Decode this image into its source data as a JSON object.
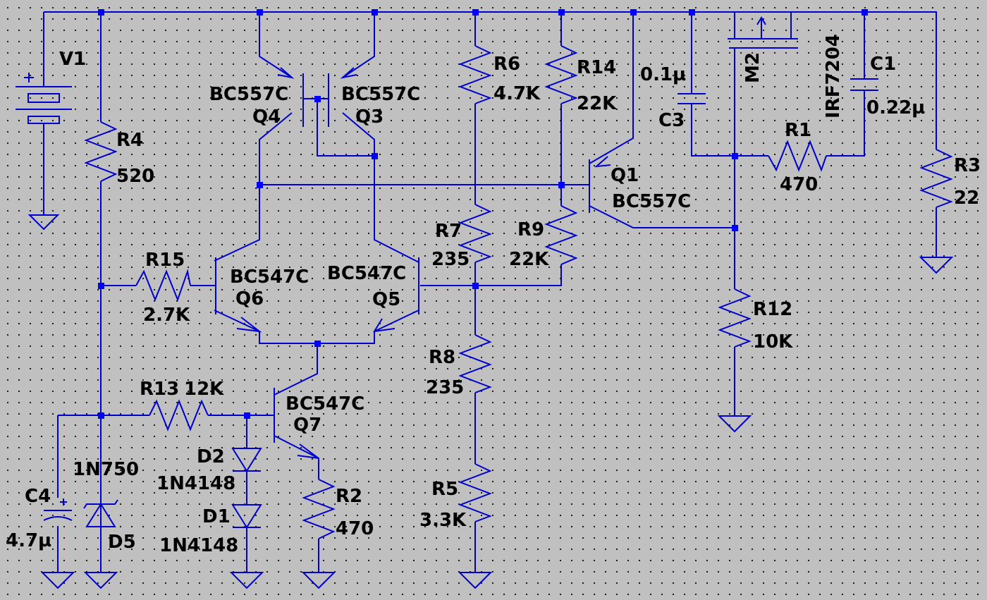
{
  "colors": {
    "background": "#c0c0c0",
    "grid_dot": "#1c1c1c",
    "wire": "#0000cc",
    "junction": "#0000ff",
    "text": "#000000"
  },
  "components": {
    "v1": {
      "ref": "V1",
      "icon": "battery-icon"
    },
    "r4": {
      "ref": "R4",
      "value": "520"
    },
    "r15": {
      "ref": "R15",
      "value": "2.7K"
    },
    "r13": {
      "ref": "R13",
      "value": "12K"
    },
    "r6": {
      "ref": "R6",
      "value": "4.7K"
    },
    "r14": {
      "ref": "R14",
      "value": "22K"
    },
    "r7": {
      "ref": "R7",
      "value": "235"
    },
    "r9": {
      "ref": "R9",
      "value": "22K"
    },
    "r8": {
      "ref": "R8",
      "value": "235"
    },
    "r5": {
      "ref": "R5",
      "value": "3.3K"
    },
    "r2": {
      "ref": "R2",
      "value": "470"
    },
    "r1": {
      "ref": "R1",
      "value": "470"
    },
    "r12": {
      "ref": "R12",
      "value": "10K"
    },
    "r3": {
      "ref": "R3",
      "value": "22"
    },
    "q4": {
      "ref": "Q4",
      "model": "BC557C",
      "icon": "pnp-transistor-icon"
    },
    "q3": {
      "ref": "Q3",
      "model": "BC557C",
      "icon": "pnp-transistor-icon"
    },
    "q1": {
      "ref": "Q1",
      "model": "BC557C",
      "icon": "pnp-transistor-icon"
    },
    "q6": {
      "ref": "Q6",
      "model": "BC547C",
      "icon": "npn-transistor-icon"
    },
    "q5": {
      "ref": "Q5",
      "model": "BC547C",
      "icon": "npn-transistor-icon"
    },
    "q7": {
      "ref": "Q7",
      "model": "BC547C",
      "icon": "npn-transistor-icon"
    },
    "m2": {
      "ref": "M2",
      "model": "IRF7204",
      "icon": "pmos-fet-icon"
    },
    "c1": {
      "ref": "C1",
      "value": "0.22µ"
    },
    "c3": {
      "ref": "C3",
      "value": "0.1µ"
    },
    "c4": {
      "ref": "C4",
      "value": "4.7µ"
    },
    "d2": {
      "ref": "D2",
      "model": "1N4148"
    },
    "d1": {
      "ref": "D1",
      "model": "1N4148"
    },
    "d5": {
      "ref": "D5",
      "model": "1N750",
      "icon": "zener-diode-icon"
    }
  }
}
